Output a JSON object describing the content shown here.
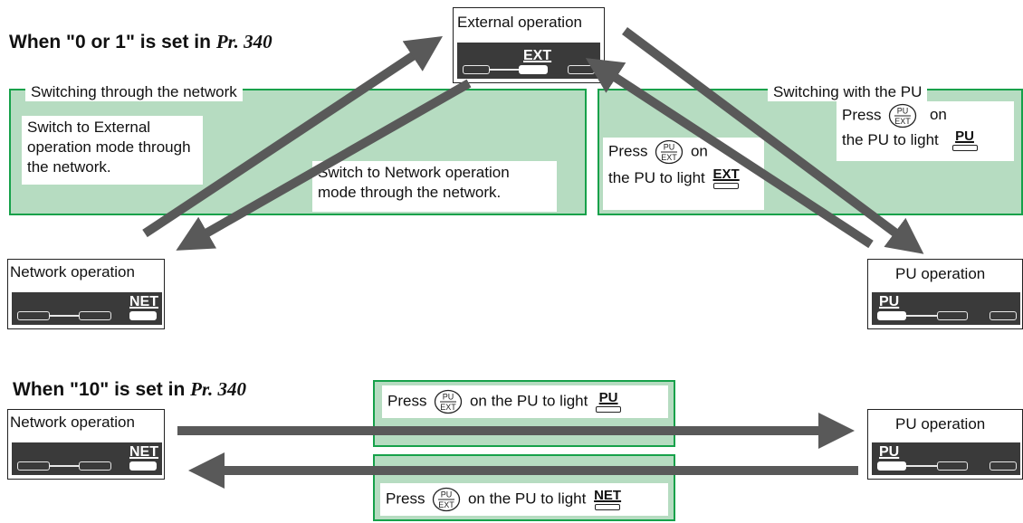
{
  "top_section": {
    "heading_prefix": "When \"0 or 1\" is set in",
    "heading_param": "Pr. 340",
    "network_panel": {
      "title": "Switching through the network",
      "note_left": "Switch to External operation mode through the network.",
      "note_right": "Switch to Network operation mode through the network."
    },
    "pu_panel": {
      "title": "Switching with the PU",
      "note_top_press": "Press",
      "note_top_on": "on",
      "note_top_light": "the PU to light",
      "note_top_lamp": "PU",
      "note_mid_press": "Press",
      "note_mid_on": "on",
      "note_mid_light": "the PU to light",
      "note_mid_lamp": "EXT"
    },
    "external_box": {
      "label": "External operation",
      "lamp": "EXT"
    },
    "network_box": {
      "label": "Network operation",
      "lamp": "NET"
    },
    "pu_box": {
      "label": "PU operation",
      "lamp": "PU"
    }
  },
  "bottom_section": {
    "heading_prefix": "When \"10\" is set in",
    "heading_param": "Pr. 340",
    "network_box": {
      "label": "Network operation",
      "lamp": "NET"
    },
    "pu_box": {
      "label": "PU operation",
      "lamp": "PU"
    },
    "upper_note": {
      "press": "Press",
      "text": "on the PU to light",
      "lamp": "PU"
    },
    "lower_note": {
      "press": "Press",
      "text": "on the PU to light",
      "lamp": "NET"
    }
  },
  "key": {
    "top": "PU",
    "bottom": "EXT"
  },
  "colors": {
    "panel_fill": "#b6dcc1",
    "panel_border": "#16a14a",
    "arrow": "#595959",
    "display": "#3a3a3a"
  }
}
